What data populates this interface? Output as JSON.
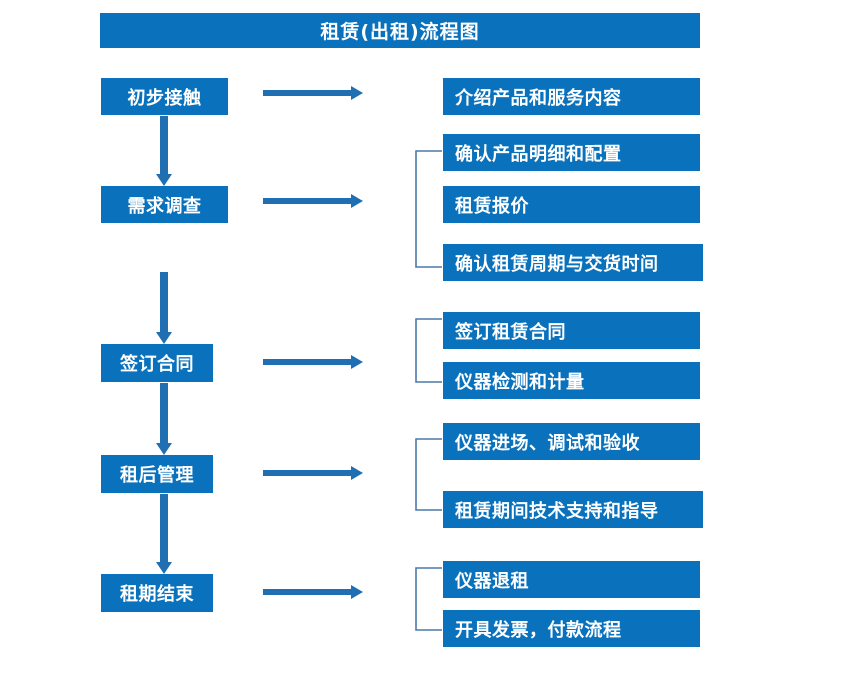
{
  "diagram": {
    "title": "租赁(出租)流程图",
    "accent_color": "#0A72BD",
    "connector_color": "#1F6FB2",
    "bracket_color": "#4A79A8",
    "background_color": "#FFFFFF",
    "stages": [
      {
        "id": "stage-1",
        "label": "初步接触"
      },
      {
        "id": "stage-2",
        "label": "需求调查"
      },
      {
        "id": "stage-3",
        "label": "签订合同"
      },
      {
        "id": "stage-4",
        "label": "租后管理"
      },
      {
        "id": "stage-5",
        "label": "租期结束"
      }
    ],
    "details": [
      {
        "id": "detail-1",
        "label": "介绍产品和服务内容"
      },
      {
        "id": "detail-2",
        "label": "确认产品明细和配置"
      },
      {
        "id": "detail-3",
        "label": "租赁报价"
      },
      {
        "id": "detail-4",
        "label": "确认租赁周期与交货时间"
      },
      {
        "id": "detail-5",
        "label": "签订租赁合同"
      },
      {
        "id": "detail-6",
        "label": "仪器检测和计量"
      },
      {
        "id": "detail-7",
        "label": "仪器进场、调试和验收"
      },
      {
        "id": "detail-8",
        "label": "租赁期间技术支持和指导"
      },
      {
        "id": "detail-9",
        "label": "仪器退租"
      },
      {
        "id": "detail-10",
        "label": "开具发票，付款流程"
      }
    ],
    "connectors": {
      "horizontal_arrow_count": 5,
      "vertical_arrow_count": 4,
      "bracket_count": 4
    }
  }
}
